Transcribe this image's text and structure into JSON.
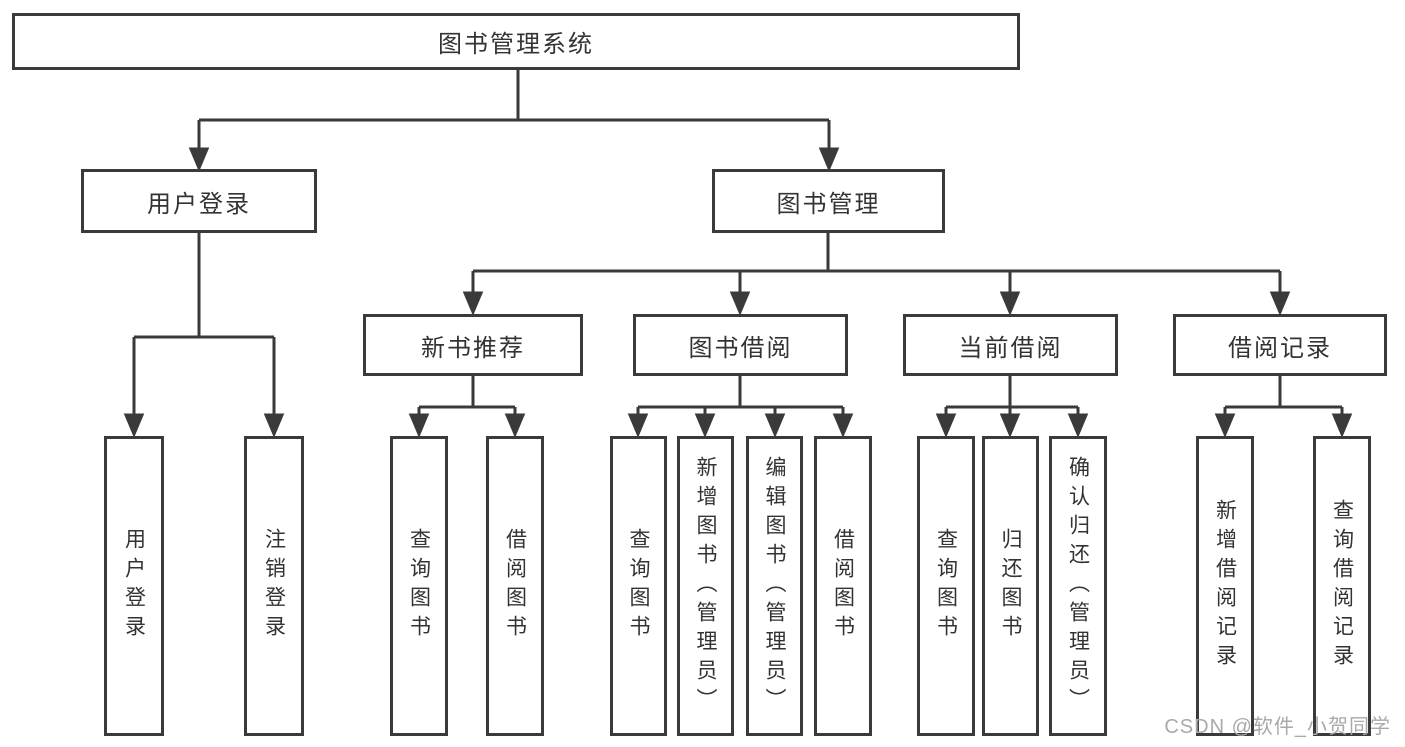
{
  "diagram_title": "图书管理系统",
  "nodes": {
    "root": "图书管理系统",
    "user_login": "用户登录",
    "book_mgmt": "图书管理",
    "new_book": "新书推荐",
    "book_borrow": "图书借阅",
    "current_borrow": "当前借阅",
    "borrow_record": "借阅记录",
    "leaf_user_login": "用户登录",
    "leaf_logout": "注销登录",
    "leaf_nb_query": "查询图书",
    "leaf_nb_borrow": "借阅图书",
    "leaf_bb_query": "查询图书",
    "leaf_bb_add": "新增图书（管理员）",
    "leaf_bb_edit": "编辑图书（管理员）",
    "leaf_bb_borrow": "借阅图书",
    "leaf_cb_query": "查询图书",
    "leaf_cb_return": "归还图书",
    "leaf_cb_confirm": "确认归还（管理员）",
    "leaf_br_add": "新增借阅记录",
    "leaf_br_query": "查询借阅记录"
  },
  "hierarchy": {
    "图书管理系统": {
      "用户登录": [
        "用户登录",
        "注销登录"
      ],
      "图书管理": {
        "新书推荐": [
          "查询图书",
          "借阅图书"
        ],
        "图书借阅": [
          "查询图书",
          "新增图书（管理员）",
          "编辑图书（管理员）",
          "借阅图书"
        ],
        "当前借阅": [
          "查询图书",
          "归还图书",
          "确认归还（管理员）"
        ],
        "借阅记录": [
          "新增借阅记录",
          "查询借阅记录"
        ]
      }
    }
  },
  "watermark": "CSDN @软件_小贺同学",
  "colors": {
    "line": "#3a3a3a",
    "text": "#333333",
    "watermark": "#a9a9a9",
    "background": "#ffffff"
  }
}
